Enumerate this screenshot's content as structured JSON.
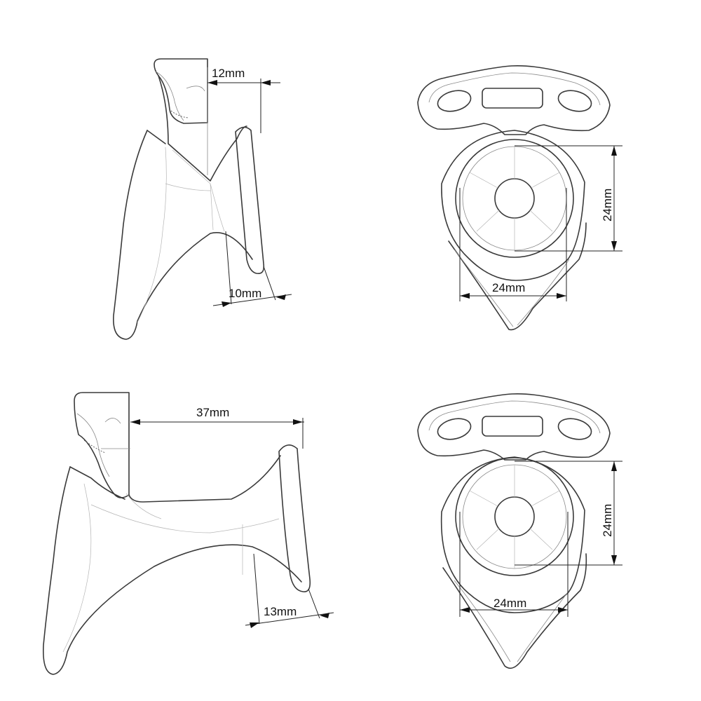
{
  "dimensions": {
    "top_left_width": "12mm",
    "top_left_bar": "10mm",
    "top_right_height": "24mm",
    "top_right_width": "24mm",
    "bottom_left_depth": "37mm",
    "bottom_left_bar": "13mm",
    "bottom_right_height": "24mm",
    "bottom_right_width": "24mm"
  },
  "colors": {
    "line": "#3a3a3a",
    "background": "#ffffff"
  }
}
